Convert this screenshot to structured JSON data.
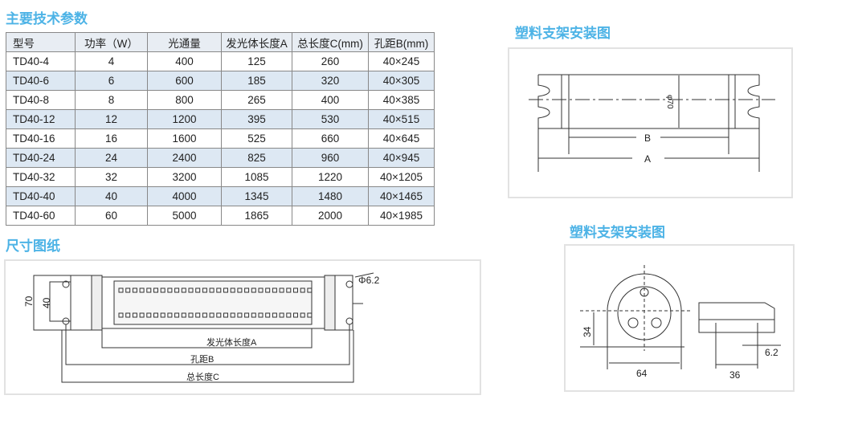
{
  "spec_title": "主要技术参数",
  "table": {
    "headers": [
      "型号",
      "功率（W）",
      "光通量",
      "发光体长度A",
      "总长度C(mm)",
      "孔距B(mm)"
    ],
    "rows": [
      [
        "TD40-4",
        "4",
        "400",
        "125",
        "260",
        "40×245"
      ],
      [
        "TD40-6",
        "6",
        "600",
        "185",
        "320",
        "40×305"
      ],
      [
        "TD40-8",
        "8",
        "800",
        "265",
        "400",
        "40×385"
      ],
      [
        "TD40-12",
        "12",
        "1200",
        "395",
        "530",
        "40×515"
      ],
      [
        "TD40-16",
        "16",
        "1600",
        "525",
        "660",
        "40×645"
      ],
      [
        "TD40-24",
        "24",
        "2400",
        "825",
        "960",
        "40×945"
      ],
      [
        "TD40-32",
        "32",
        "3200",
        "1085",
        "1220",
        "40×1205"
      ],
      [
        "TD40-40",
        "40",
        "4000",
        "1345",
        "1480",
        "40×1465"
      ],
      [
        "TD40-60",
        "60",
        "5000",
        "1865",
        "2000",
        "40×1985"
      ]
    ]
  },
  "dimension_title": "尺寸图纸",
  "dimension_drawing": {
    "height": "70",
    "hole_spacing_v": "40",
    "hole_dia": "Φ6.2",
    "label_a": "发光体长度A",
    "label_b": "孔距B",
    "label_c": "总长度C"
  },
  "bracket_title_1": "塑料支架安装图",
  "bracket_drawing_1": {
    "dia": "φ70",
    "label_b": "B",
    "label_a": "A"
  },
  "bracket_title_2": "塑料支架安装图",
  "bracket_drawing_2": {
    "h": "34",
    "w": "64",
    "spacing": "36",
    "hole": "6.2"
  }
}
